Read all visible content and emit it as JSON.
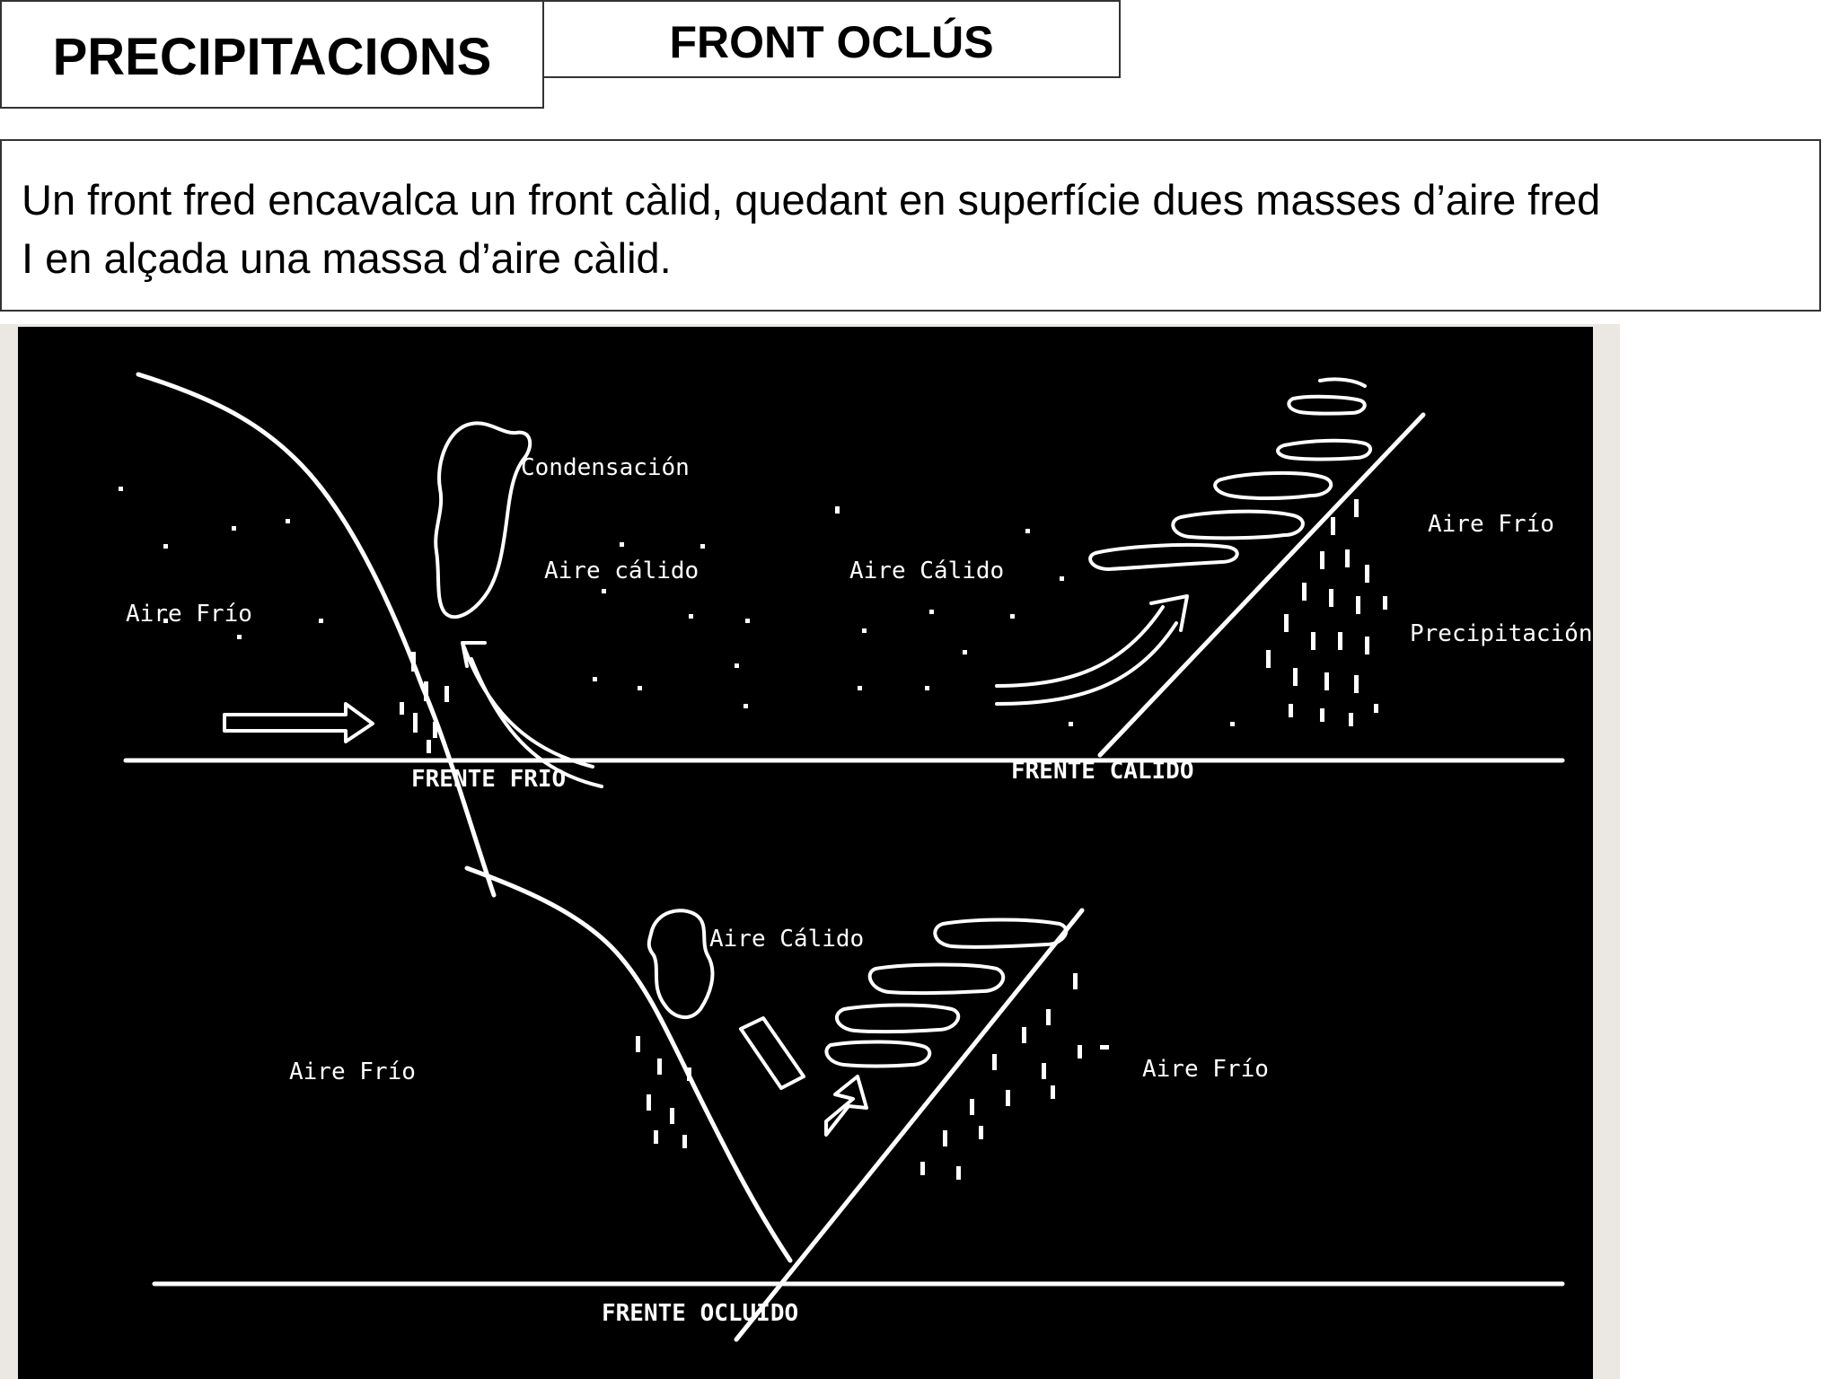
{
  "header": {
    "title": "PRECIPITACIONS",
    "subtitle": "FRONT OCLÚS"
  },
  "description": {
    "line1": "Un front fred encavalca un front càlid, quedant en superfície dues masses d’aire fred",
    "line2": "I en alçada una massa d’aire càlid."
  },
  "diagram": {
    "top_left": {
      "condensacion": "Condensación",
      "aire_calido": "Aire cálido",
      "aire_frio": "Aire Frío",
      "front_label": "FRENTE FRIO"
    },
    "top_right": {
      "aire_calido": "Aire Cálido",
      "aire_frio": "Aire Frío",
      "precipitacion": "Precipitación",
      "front_label": "FRENTE CALIDO"
    },
    "bottom": {
      "aire_calido": "Aire Cálido",
      "aire_frio_left": "Aire Frío",
      "aire_frio_right": "Aire Frío",
      "front_label": "FRENTE OCLUIDO"
    }
  }
}
